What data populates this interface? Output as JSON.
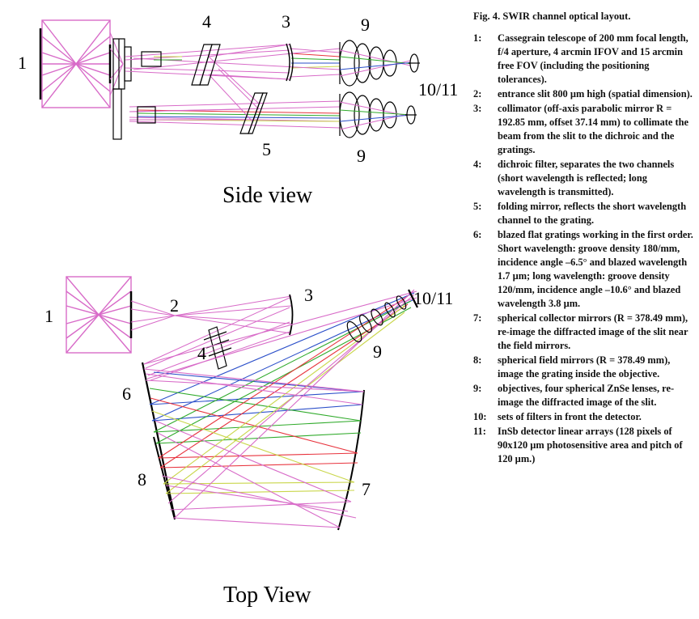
{
  "caption": {
    "title": "Fig. 4. SWIR channel optical layout.",
    "items": [
      {
        "n": "1:",
        "text": "Cassegrain telescope of 200 mm focal length, f/4 aperture, 4 arcmin IFOV and 15 arcmin free FOV (including the positioning tolerances)."
      },
      {
        "n": "2:",
        "text": "entrance slit 800 µm high (spatial dimension)."
      },
      {
        "n": "3:",
        "text": "collimator (off-axis parabolic mirror R = 192.85 mm, offset 37.14 mm) to collimate the beam from the slit to the dichroic and the gratings."
      },
      {
        "n": "4:",
        "text": "dichroic filter, separates the two channels (short wavelength is reflected; long wavelength is transmitted)."
      },
      {
        "n": "5:",
        "text": "folding mirror, reflects the short wavelength channel to the grating."
      },
      {
        "n": "6:",
        "text": "blazed flat gratings working in the first order. Short wavelength: groove density 180/mm, incidence angle –6.5° and blazed wavelength 1.7 µm; long wavelength: groove density 120/mm, incidence angle –10.6° and blazed wavelength 3.8 µm."
      },
      {
        "n": "7:",
        "text": "spherical collector mirrors (R = 378.49 mm), re-image the diffracted image of the slit near the field mirrors."
      },
      {
        "n": "8:",
        "text": "spherical field mirrors (R = 378.49 mm), image the grating inside the objective."
      },
      {
        "n": "9:",
        "text": "objectives, four spherical ZnSe lenses, re-image the diffracted image of the slit."
      },
      {
        "n": "10:",
        "text": "sets of filters in front the detector."
      },
      {
        "n": "11:",
        "text": "InSb detector linear arrays (128 pixels of 90x120 µm photosensitive area and pitch of 120 µm.)"
      }
    ]
  },
  "side_view": {
    "title": "Side view",
    "labels": {
      "l1": "1",
      "l4": "4",
      "l3": "3",
      "l9a": "9",
      "l1011": "10/11",
      "l5": "5",
      "l9b": "9"
    }
  },
  "top_view": {
    "title": "Top View",
    "labels": {
      "l1": "1",
      "l2": "2",
      "l3": "3",
      "l4": "4",
      "l1011": "10/11",
      "l9": "9",
      "l6": "6",
      "l8": "8",
      "l7": "7"
    }
  },
  "colors": {
    "ray_magenta": "#d86bc8",
    "ray_blue": "#2b4fc9",
    "ray_green": "#2faa2a",
    "ray_red": "#e8333d",
    "ray_yellow": "#c9d64a",
    "outline": "#000000"
  }
}
